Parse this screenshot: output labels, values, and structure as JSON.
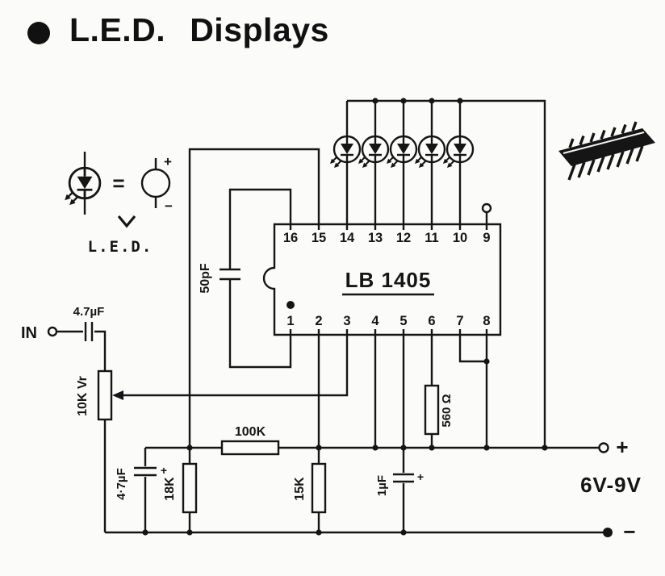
{
  "title": {
    "part1": "L.E.D.",
    "part2": "Displays"
  },
  "legend": {
    "equals": "=",
    "plus": "+",
    "minus": "−",
    "caption": "L.E.D."
  },
  "input": {
    "label": "IN",
    "cap": "4.7µF"
  },
  "pot": {
    "label": "10K Vr"
  },
  "ic": {
    "name": "LB 1405",
    "pins_top": [
      "16",
      "15",
      "14",
      "13",
      "12",
      "11",
      "10",
      "9"
    ],
    "pins_bottom": [
      "1",
      "2",
      "3",
      "4",
      "5",
      "6",
      "7",
      "8"
    ]
  },
  "caps": {
    "c50": "50pF",
    "el1": "4·7µF",
    "el1_polarity": "+",
    "el2": "1µF",
    "el2_polarity": "+"
  },
  "resistors": {
    "r100k": "100K",
    "r18k": "18K",
    "r15k": "15K",
    "r560": "560 Ω"
  },
  "supply": {
    "plus": "+",
    "minus": "−",
    "range": "6V-9V"
  },
  "colors": {
    "ink": "#151515",
    "paper": "#fbfbfa"
  }
}
